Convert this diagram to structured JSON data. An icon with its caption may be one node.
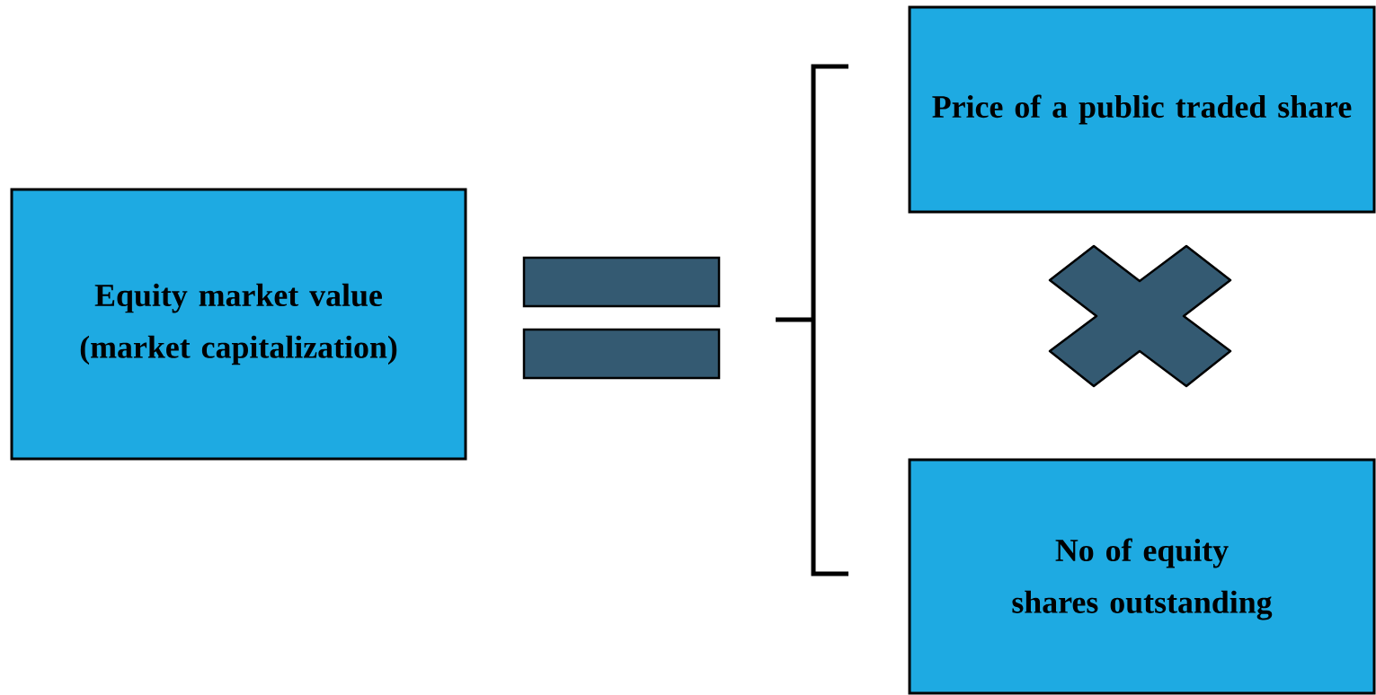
{
  "diagram": {
    "nodes": [
      {
        "text": [
          "Equity market value (market capitalization)"
        ]
      },
      {
        "text": [],
        "shape": "equals"
      },
      {
        "text": [
          "Price of a public traded share"
        ]
      },
      {
        "text": [],
        "shape": "cross"
      },
      {
        "text": [
          "No of equity shares outstanding"
        ]
      }
    ]
  }
}
